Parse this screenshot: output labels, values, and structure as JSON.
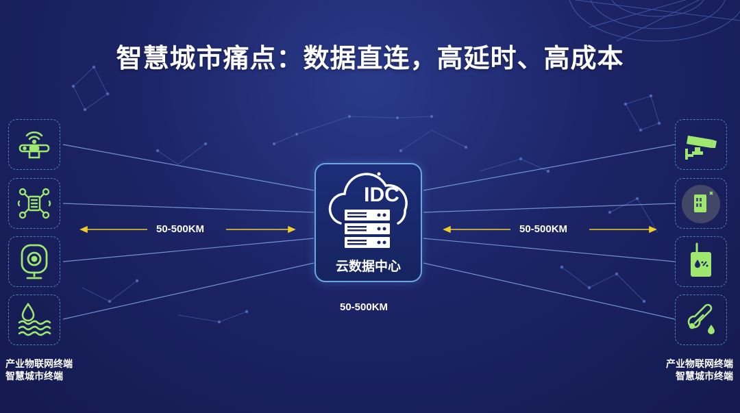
{
  "title": "智慧城市痛点：数据直连，高延时、高成本",
  "hub": {
    "label": "云数据中心",
    "badge": "IDC"
  },
  "distances": {
    "left": "50-500KM",
    "right": "50-500KM",
    "center": "50-500KM"
  },
  "left_group": {
    "line1": "产业物联网终端",
    "line2": "智慧城市终端"
  },
  "right_group": {
    "line1": "产业物联网终端",
    "line2": "智慧城市终端"
  },
  "colors": {
    "accent_green": "#9ee86f",
    "arrow_yellow": "#f0d028",
    "frame_blue": "#4f84b6",
    "background": "#1c2466"
  },
  "icons": {
    "left": [
      "wifi-gateway-icon",
      "drone-icon",
      "camera-icon",
      "water-level-icon"
    ],
    "right": [
      "cctv-camera-icon",
      "sim-chip-icon",
      "fuel-sensor-icon",
      "thermometer-icon"
    ]
  }
}
